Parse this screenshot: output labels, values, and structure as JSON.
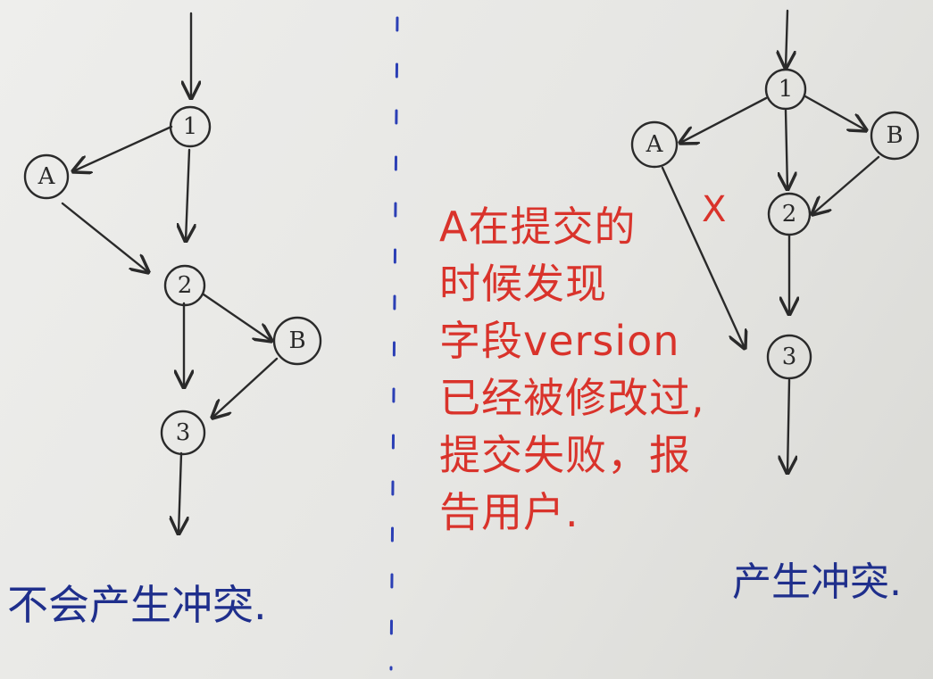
{
  "left_diagram": {
    "nodes": {
      "n1": "1",
      "A": "A",
      "n2": "2",
      "B": "B",
      "n3": "3"
    },
    "caption": "不会产生冲突."
  },
  "right_diagram": {
    "nodes": {
      "n1": "1",
      "A": "A",
      "B": "B",
      "n2": "2",
      "n3": "3"
    },
    "cross_mark": "X",
    "caption": "产生冲突."
  },
  "note": {
    "lines": [
      "A在提交的",
      "时候发现",
      "字段version",
      "已经被修改过,",
      "提交失败，报",
      "告用户."
    ]
  },
  "colors": {
    "ink": "#2a2a2a",
    "annotation": "#d9332b",
    "caption": "#1f2f8c",
    "divider": "#2b3fb5"
  }
}
